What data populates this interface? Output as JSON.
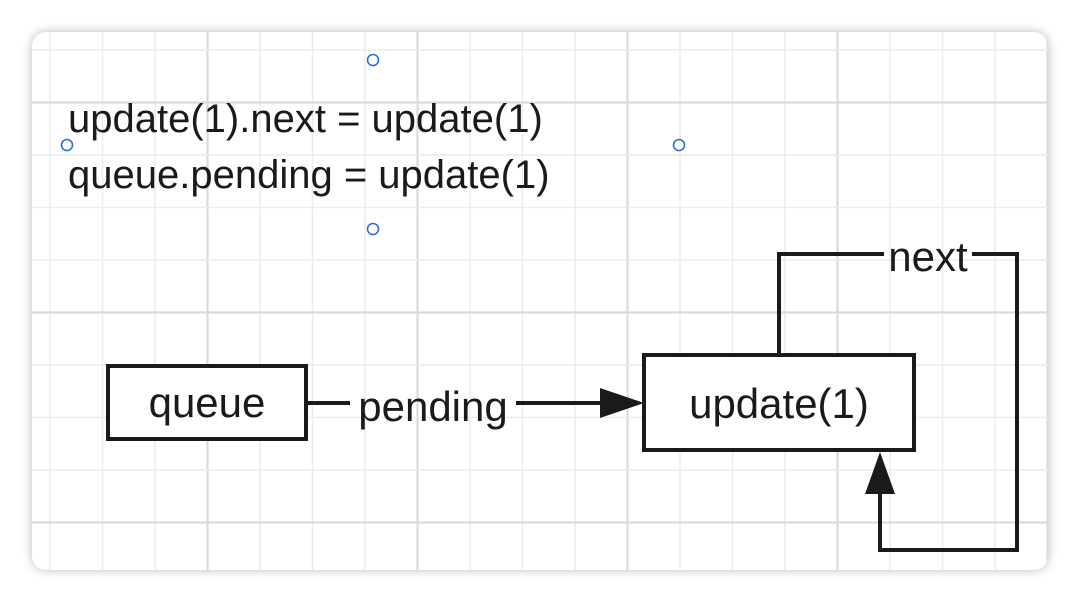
{
  "code_lines": [
    "update(1).next = update(1)",
    "queue.pending = update(1)"
  ],
  "nodes": {
    "queue": "queue",
    "update": "update(1)"
  },
  "edges": {
    "pending": "pending",
    "next": "next"
  },
  "colors": {
    "stroke": "#1a1a1a",
    "grid_minor": "#ececec",
    "grid_major": "#dadada",
    "selection_handle": "#2f6fd1"
  }
}
